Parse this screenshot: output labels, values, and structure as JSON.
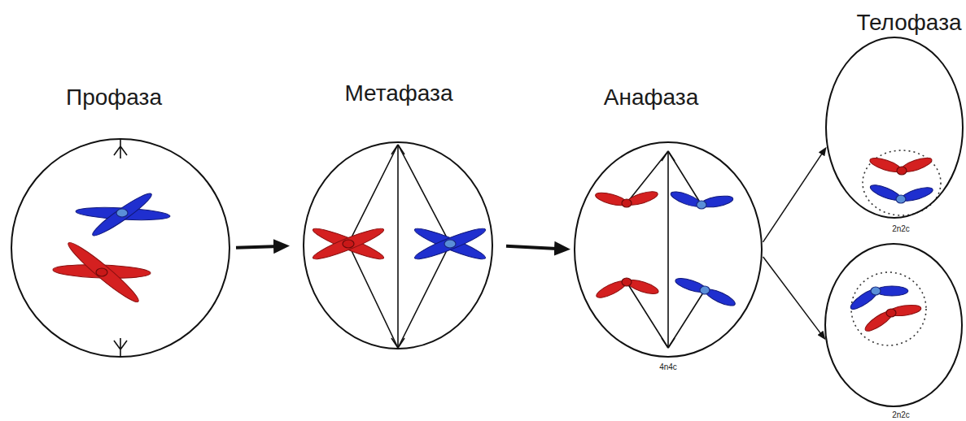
{
  "diagram": {
    "nodes": [
      {
        "text": [
          "Профаза"
        ]
      },
      {
        "text": [
          "Метафаза"
        ]
      },
      {
        "text": [
          "Анафаза",
          "4n4c"
        ]
      },
      {
        "text": [
          "Телофаза",
          "2n2c"
        ]
      },
      {
        "text": [
          "2n2c"
        ]
      }
    ],
    "edges": [
      {
        "from": 0,
        "to": 1,
        "arrow": "to"
      },
      {
        "from": 1,
        "to": 2,
        "arrow": "to"
      },
      {
        "from": 2,
        "to": 3,
        "arrow": "to"
      },
      {
        "from": 2,
        "to": 4,
        "arrow": "to"
      }
    ]
  }
}
